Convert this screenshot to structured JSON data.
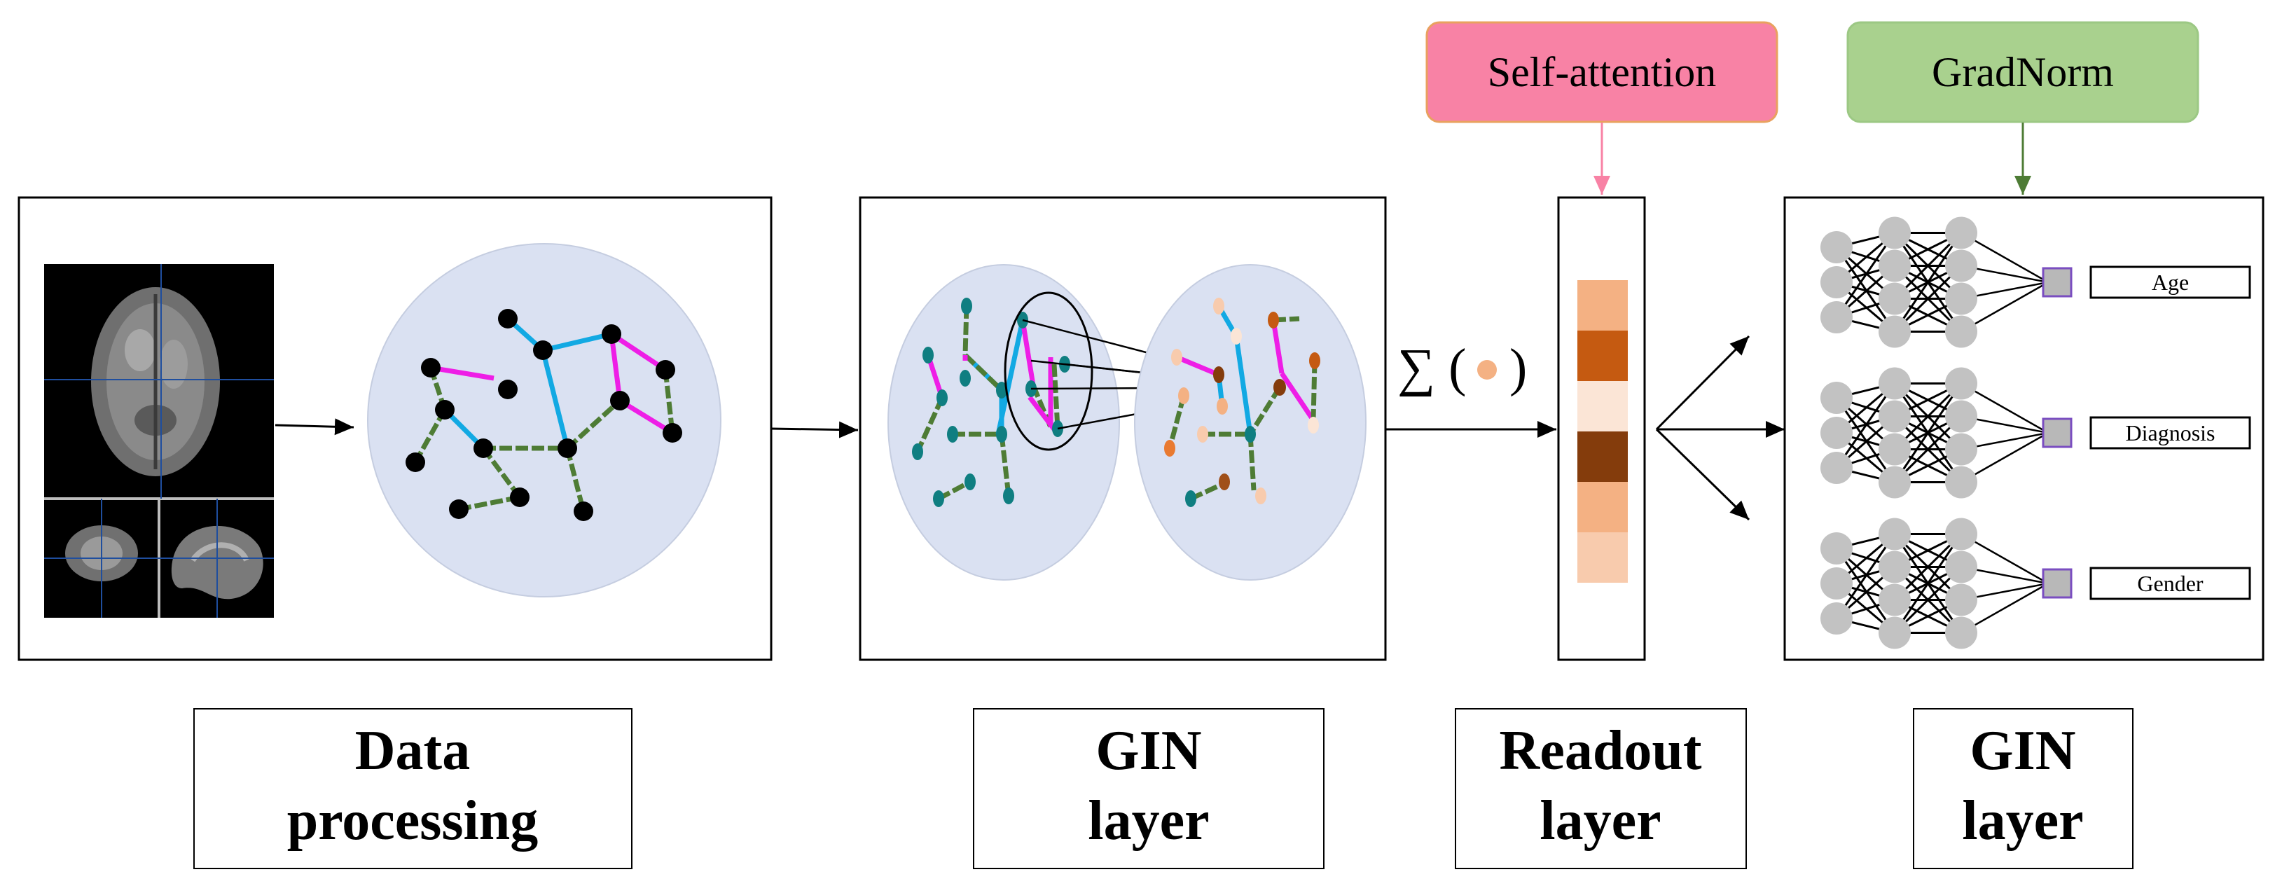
{
  "modules": {
    "attention": {
      "label": "Self-attention",
      "color": "#f882a5",
      "border": "#e9a15f"
    },
    "gradnorm": {
      "label": "GradNorm",
      "color": "#a9d18e",
      "border": "#9cc884"
    }
  },
  "readout_symbol": "∑ (",
  "readout_symbol_close": ")",
  "tasks": [
    "Age",
    "Diagnosis",
    "Gender"
  ],
  "captions": [
    {
      "line1": "Data",
      "line2": "processing"
    },
    {
      "line1": "GIN",
      "line2": "layer"
    },
    {
      "line1": "Readout",
      "line2": "layer"
    },
    {
      "line1": "GIN",
      "line2": "layer"
    }
  ],
  "colors": {
    "graph_bg": "#dae1f2",
    "edge_blue": "#12a9e3",
    "edge_magenta": "#ee1ee6",
    "edge_green": "#4e7c35",
    "node_black": "#000000",
    "node_teal": "#0f7e81",
    "neuron_gray": "#c2c2c2",
    "output_node": "#b8b8b8",
    "output_border": "#7a4ec0",
    "readout_cells": [
      "#f4b183",
      "#c55a11",
      "#fbe5d6",
      "#843c0c",
      "#f4b183",
      "#f8cbad"
    ]
  }
}
